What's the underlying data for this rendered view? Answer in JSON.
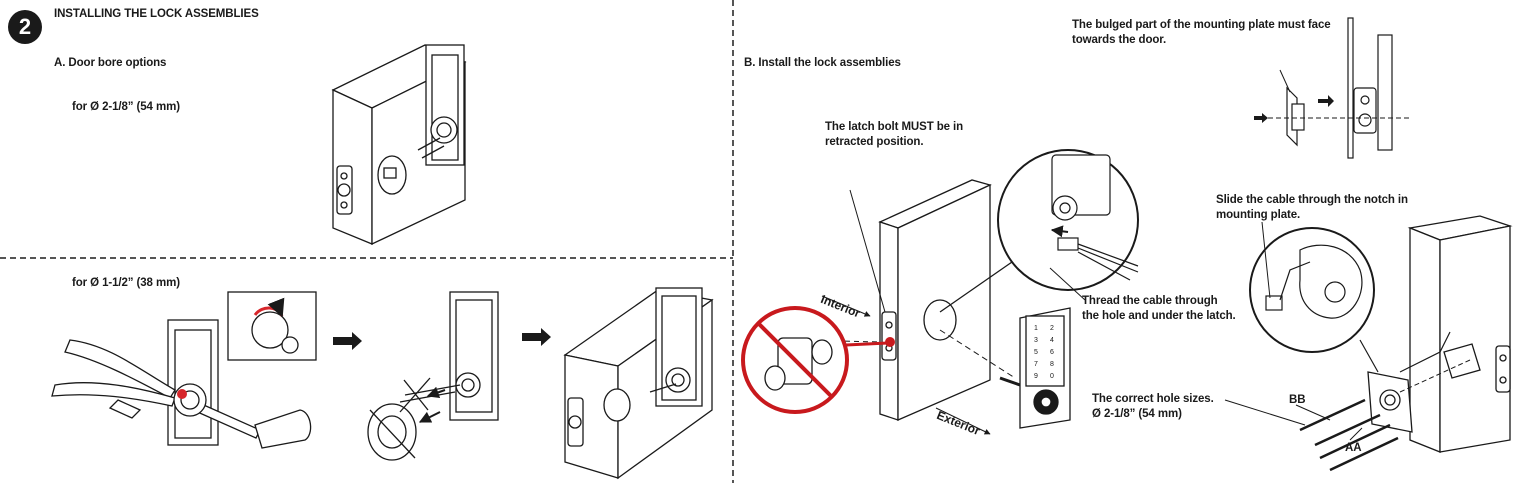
{
  "step_number": "2",
  "title": "INSTALLING THE LOCK ASSEMBLIES",
  "section_a": {
    "heading": "A. Door bore options",
    "option_1": "for Ø 2-1/8” (54 mm)",
    "option_2": "for Ø 1-1/2” (38 mm)"
  },
  "section_b": {
    "heading": "B. Install the lock assemblies",
    "latch_note": "The latch bolt MUST be in\nretracted position.",
    "interior_label": "Interior",
    "exterior_label": "Exterior",
    "thread_note": "Thread the cable through\nthe hole and under the latch.",
    "hole_note": "The correct hole sizes.\nØ 2-1/8” (54 mm)",
    "plate_note": "The bulged part of the mounting plate must face\ntowards the door.",
    "slide_note": "Slide the cable through the notch in\nmounting plate.",
    "screw_label_bb": "BB",
    "screw_label_aa": "AA",
    "keypad_keys": [
      "1",
      "2",
      "3",
      "4",
      "5",
      "6",
      "7",
      "8",
      "9",
      "0"
    ]
  },
  "colors": {
    "ink": "#1a1a1a",
    "prohibition_red": "#c8191d",
    "highlight_red": "#d7262b",
    "divider": "#555555"
  }
}
